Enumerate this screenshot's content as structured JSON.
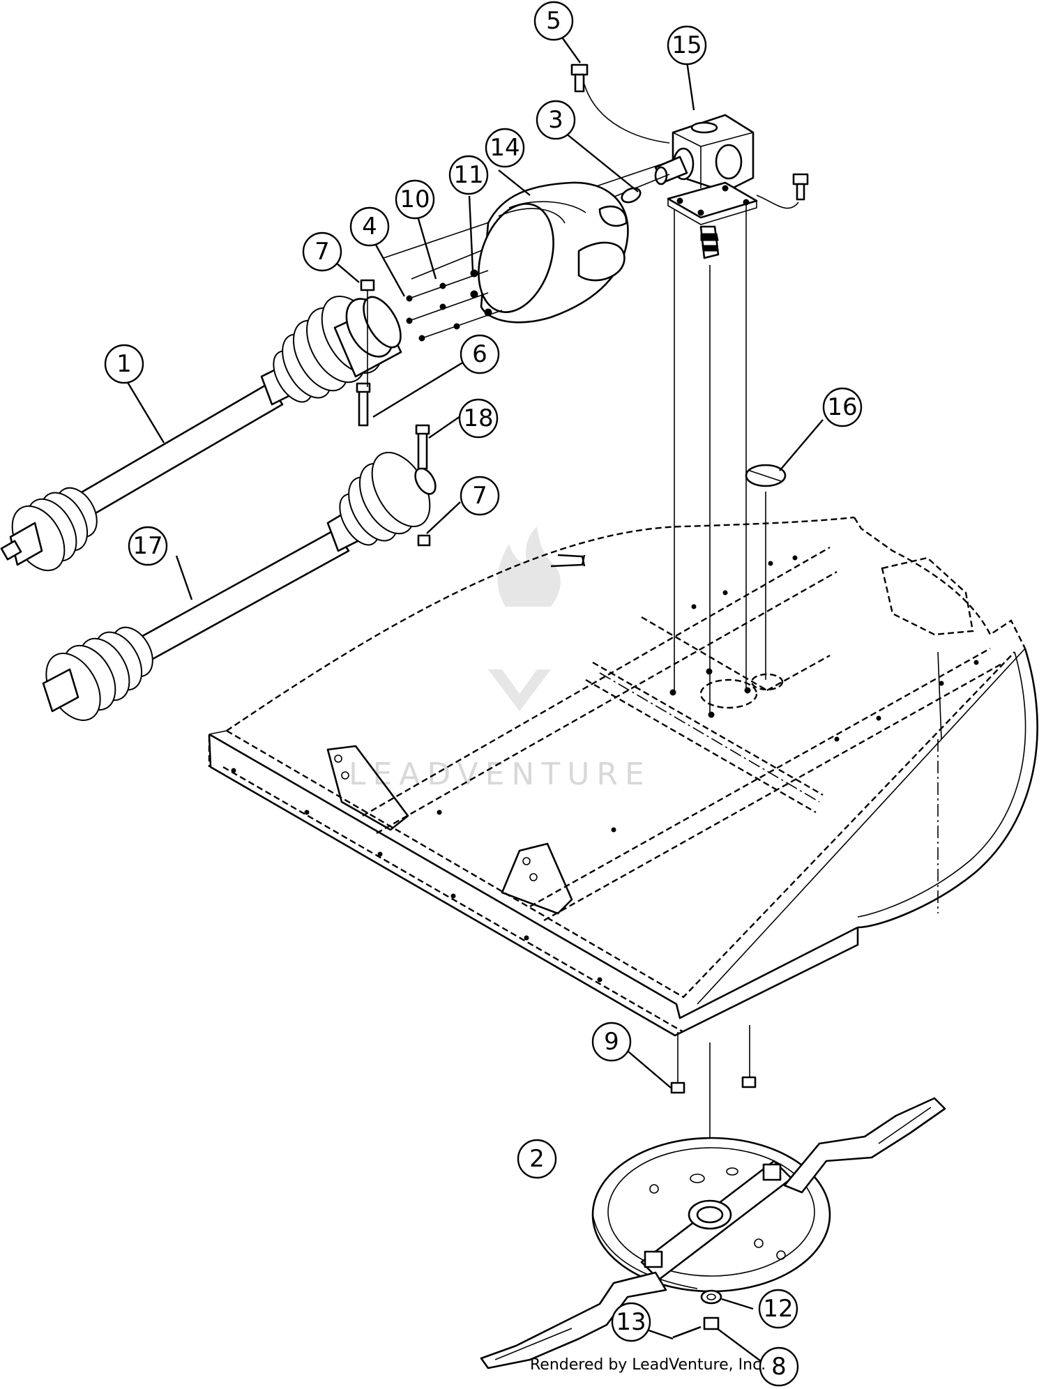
{
  "credit": "Rendered by LeadVenture, Inc.",
  "watermark": "LEADVENTURE",
  "callouts": [
    "1",
    "2",
    "3",
    "4",
    "5",
    "6",
    "7",
    "7",
    "8",
    "9",
    "10",
    "11",
    "12",
    "13",
    "14",
    "15",
    "16",
    "17",
    "18"
  ]
}
